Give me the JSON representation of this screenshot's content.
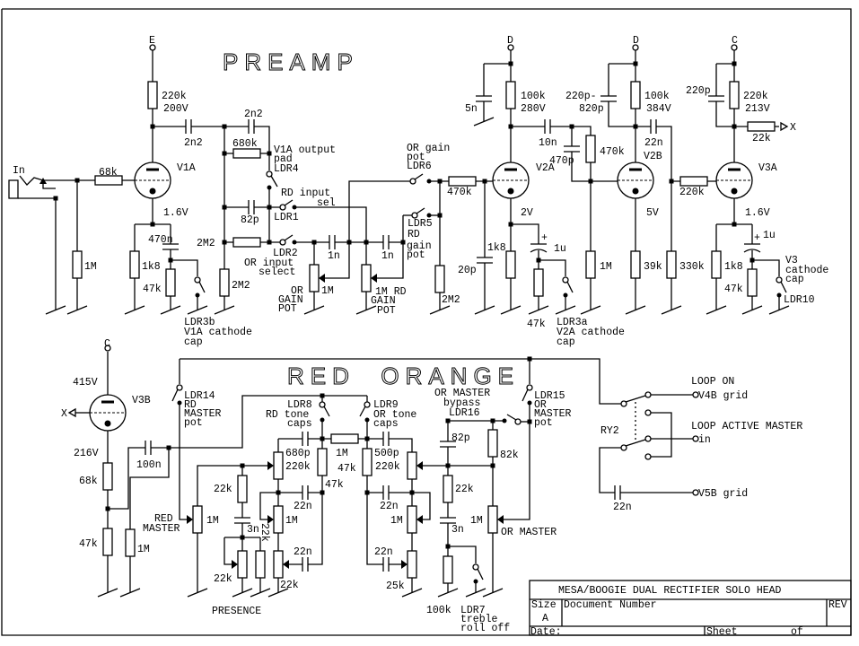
{
  "headings": {
    "preamp": "PREAMP",
    "tone": "RED  ORANGE"
  },
  "title_block": {
    "title": "MESA/BOOGIE DUAL RECTIFIER SOLO HEAD",
    "size_label": "Size",
    "size_value": "A",
    "doc_label": "Document Number",
    "rev_label": "REV",
    "date_label": "Date:",
    "sheet_label": "Sheet",
    "of_label": "of"
  },
  "labels": {
    "e": "E",
    "in": "In",
    "r68k": "68k",
    "v1a": "V1A",
    "r220k_a": "220k",
    "v200": "200V",
    "c2n2_a": "2n2",
    "c2n2_b": "2n2",
    "r680k": "680k",
    "ldr4_1": "V1A output",
    "ldr4_2": "pad",
    "ldr4_3": "LDR4",
    "rdin_1": "RD input",
    "rdin_2": "sel",
    "c82p": "82p",
    "ldr1": "LDR1",
    "v16_a": "1.6V",
    "r2m2_a": "2M2",
    "ldr2": "LDR2",
    "orin_1": "OR input",
    "orin_2": "select",
    "c470n": "470n",
    "r1m_a": "1M",
    "r1k8_a": "1k8",
    "r47k_a": "47k",
    "r2m2_b": "2M2",
    "ldr3b_1": "LDR3b",
    "ldr3b_2": "V1A cathode",
    "ldr3b_3": "cap",
    "c1n_a": "1n",
    "c1n_b": "1n",
    "orgain_1": "OR",
    "orgain_2": "GAIN",
    "orgain_3": "POT",
    "p1m_a": "1M",
    "rdgain_1": "1M RD",
    "rdgain_2": "GAIN",
    "rdgain_3": "POT",
    "ldr6_1": "OR gain",
    "ldr6_2": "pot",
    "ldr6_3": "LDR6",
    "ldr5_1": "LDR5",
    "ldr5_2": "RD",
    "ldr5_3": "gain",
    "ldr5_4": "pot",
    "r470k_a": "470k",
    "r2m2_c": "2M2",
    "c20p": "20p",
    "d1": "D",
    "c5n": "5n",
    "r100k_a": "100k",
    "v280": "280V",
    "v2a": "V2A",
    "c10n": "10n",
    "c470p": "470p",
    "r470k_b": "470k",
    "v2": "2V",
    "r1k8_b": "1k8",
    "c1u_a": "1u",
    "plus_a": "+",
    "r47k_b": "47k",
    "ldr3a_1": "LDR3a",
    "ldr3a_2": "V2A cathode",
    "ldr3a_3": "cap",
    "r1m_b": "1M",
    "d2": "D",
    "c220p_1": "220p-",
    "c220p_2": "820p",
    "r100k_b": "100k",
    "v384": "384V",
    "c22n_a": "22n",
    "v2b": "V2B",
    "v5": "5V",
    "r39k": "39k",
    "r330k": "330k",
    "r220k_b": "220k",
    "c_a": "C",
    "c220p_b": "220p",
    "r220k_c": "220k",
    "v213": "213V",
    "r22k_a": "22k",
    "x_a": "X",
    "v3a": "V3A",
    "v16_b": "1.6V",
    "r1k8_c": "1k8",
    "c1u_b": "1u",
    "plus_b": "+",
    "r47k_c": "47k",
    "v3cap_1": "V3",
    "v3cap_2": "cathode",
    "v3cap_3": "cap",
    "ldr10": "LDR10",
    "c_b": "C",
    "v415": "415V",
    "v3b": "V3B",
    "x_b": "X",
    "v216": "216V",
    "r68k_b": "68k",
    "r47k_d": "47k",
    "c100n": "100n",
    "r1m_c": "1M",
    "ldr14_1": "LDR14",
    "ldr14_2": "RD",
    "ldr14_3": "MASTER",
    "ldr14_4": "pot",
    "redm_1": "RED",
    "redm_2": "MASTER",
    "p1m_b": "1M",
    "ldr8_1": "LDR8",
    "ldr8_2": "RD tone",
    "ldr8_3": "caps",
    "ldr9_1": "LDR9",
    "ldr9_2": "OR tone",
    "ldr9_3": "caps",
    "c680p": "680p",
    "p220k_a": "220k",
    "r1m_d": "1M",
    "r47k_e": "47k",
    "r47k_f": "47k",
    "c500p": "500p",
    "p220k_b": "220k",
    "c22n_b": "22n",
    "c22n_c": "22n",
    "p1m_c": "1M",
    "p1m_d": "1M",
    "c22n_d": "22n",
    "c22n_e": "22n",
    "p22k_b": "22k",
    "p25k": "25k",
    "r22k_b": "22k",
    "c3n_a": "3n",
    "r22k_v": "22k",
    "p22k_c": "22k",
    "presence": "PRESENCE",
    "ormb_1": "OR MASTER",
    "ormb_2": "bypass",
    "ormb_3": "LDR16",
    "ldr15_1": "LDR15",
    "ldr15_2": "OR",
    "ldr15_3": "MASTER",
    "ldr15_4": "pot",
    "c82p_b": "82p",
    "r82k": "82k",
    "r22k_c": "22k",
    "c3n_b": "3n",
    "p1m_e": "1M",
    "ormaster": "OR MASTER",
    "r100k_c": "100k",
    "ldr7_1": "LDR7",
    "ldr7_2": "treble",
    "ldr7_3": "roll off",
    "ry2": "RY2",
    "loop_on": "LOOP ON",
    "v4b": "V4B grid",
    "loop_active": "LOOP ACTIVE MASTER",
    "in_jack": "in",
    "v5b": "V5B grid",
    "c22n_f": "22n"
  }
}
